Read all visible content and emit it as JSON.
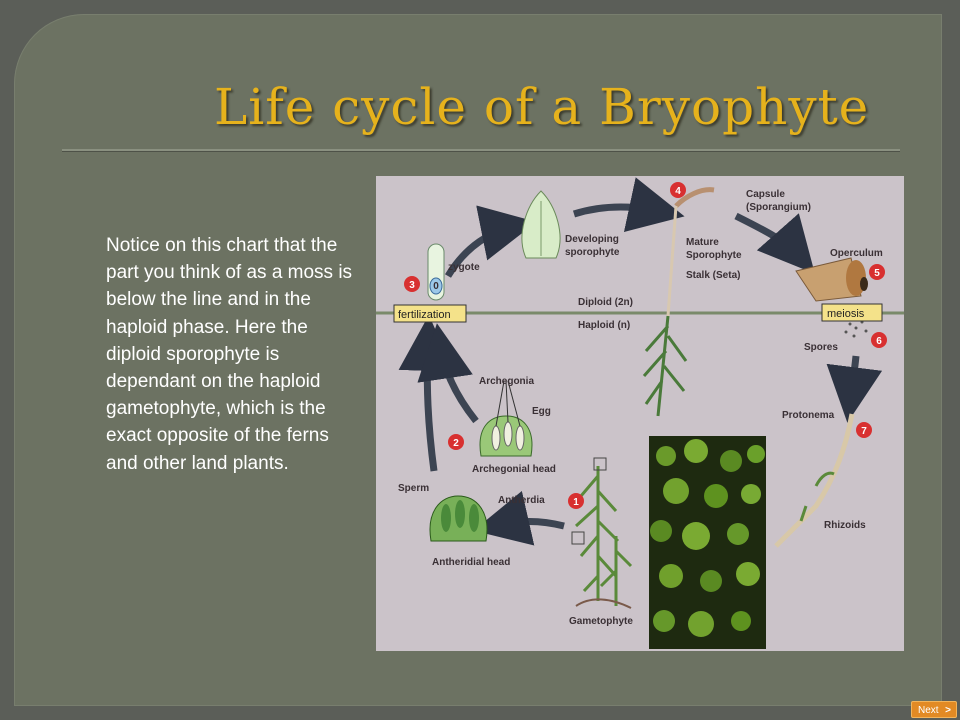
{
  "slide": {
    "title": "Life cycle of a Bryophyte",
    "body": "Notice on this chart that the part you think of as a moss is below the line and in the haploid phase. Here the diploid sporophyte is dependant on the haploid gametophyte, which is the exact opposite of the ferns and other land plants.",
    "next_label": "Next",
    "next_chevron": ">"
  },
  "diagram": {
    "labels": {
      "capsule": "Capsule",
      "sporangium": "(Sporangium)",
      "developing": "Developing",
      "sporophyte_a": "sporophyte",
      "mature": "Mature",
      "sporophyte_b": "Sporophyte",
      "operculum": "Operculum",
      "stalk": "Stalk (Seta)",
      "zygote": "zygote",
      "diploid": "Diploid (2n)",
      "haploid": "Haploid (n)",
      "spores": "Spores",
      "protonema": "Protonema",
      "rhizoids": "Rhizoids",
      "archegonia": "Archegonia",
      "egg": "Egg",
      "archegonial_head": "Archegonial head",
      "sperm": "Sperm",
      "antherdia": "Antherdia",
      "antheridial_head": "Antheridial head",
      "gametophyte": "Gametophyte"
    },
    "boxes": {
      "fertilization": "fertilization",
      "meiosis": "meiosis"
    },
    "steps": [
      "1",
      "2",
      "3",
      "4",
      "5",
      "6",
      "7"
    ],
    "egg_symbol": "0"
  }
}
